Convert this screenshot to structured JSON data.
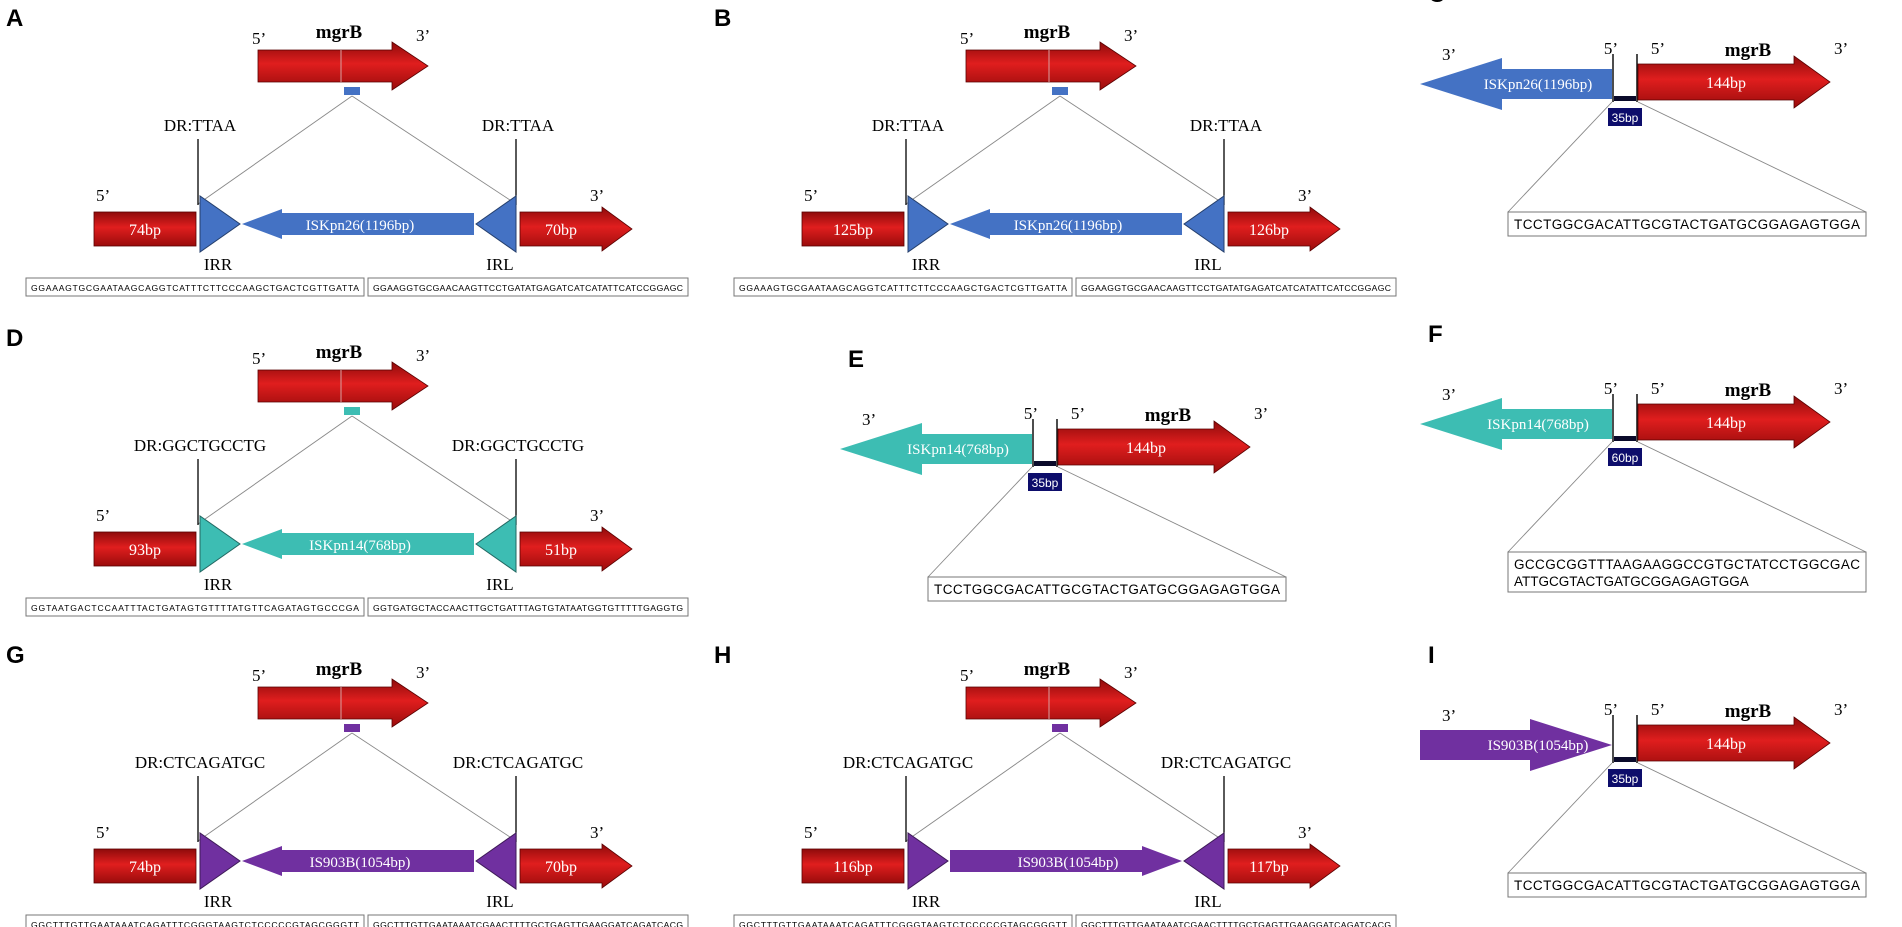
{
  "colors": {
    "mgrB_red": "#c81414",
    "iskpn26_blue": "#4472c4",
    "iskpn14_teal": "#3dbdb3",
    "is903b_purple": "#7030a0",
    "gap_box_navy": "#0d0d6b"
  },
  "common": {
    "gene": "mgrB",
    "five_prime": "5’",
    "three_prime": "3’",
    "irr": "IRR",
    "irl": "IRL"
  },
  "panels": [
    {
      "id": "A",
      "type": "insertion",
      "color": "#4472c4",
      "is_direction": "left",
      "is_label": "ISKpn26(1196bp)",
      "dr": "DR:TTAA",
      "left_flank": "74bp",
      "right_flank": "70bp",
      "seq_left": "GGAAAGTGCGAATAAGCAGGTCATTTCTTCCCAAGCTGACTCGTTGATTA",
      "seq_right": "GGAAGGTGCGAACAAGTTCCTGATATGAGATCATCATATTCATCCGGAGC"
    },
    {
      "id": "B",
      "type": "insertion",
      "color": "#4472c4",
      "is_direction": "left",
      "is_label": "ISKpn26(1196bp)",
      "dr": "DR:TTAA",
      "left_flank": "125bp",
      "right_flank": "126bp",
      "seq_left": "GGAAAGTGCGAATAAGCAGGTCATTTCTTCCCAAGCTGACTCGTTGATTA",
      "seq_right": "GGAAGGTGCGAACAAGTTCCTGATATGAGATCATCATATTCATCCGGAGC"
    },
    {
      "id": "C",
      "type": "upstream",
      "color": "#4472c4",
      "is_direction": "left",
      "is_label": "ISKpn26(1196bp)",
      "gap_label": "35bp",
      "gene_label": "144bp",
      "seq_lines": [
        "TCCTGGCGACATTGCGTACTGATGCGGAGAGTGGA"
      ]
    },
    {
      "id": "D",
      "type": "insertion",
      "color": "#3dbdb3",
      "is_direction": "left",
      "is_label": "ISKpn14(768bp)",
      "dr": "DR:GGCTGCCTG",
      "left_flank": "93bp",
      "right_flank": "51bp",
      "seq_left": "GGTAATGACTCCAATTTACTGATAGTGTTTTATGTTCAGATAGTGCCCGA",
      "seq_right": "GGTGATGCTACCAACTTGCTGATTTAGTGTATAATGGTGTTTTTGAGGTG"
    },
    {
      "id": "E",
      "type": "upstream",
      "color": "#3dbdb3",
      "is_direction": "left",
      "is_label": "ISKpn14(768bp)",
      "gap_label": "35bp",
      "gene_label": "144bp",
      "seq_lines": [
        "TCCTGGCGACATTGCGTACTGATGCGGAGAGTGGA"
      ]
    },
    {
      "id": "F",
      "type": "upstream",
      "color": "#3dbdb3",
      "is_direction": "left",
      "is_label": "ISKpn14(768bp)",
      "gap_label": "60bp",
      "gene_label": "144bp",
      "seq_lines": [
        "GCCGCGGTTTAAGAAGGCCGTGCTATCCTGGCGAC",
        "ATTGCGTACTGATGCGGAGAGTGGA"
      ]
    },
    {
      "id": "G",
      "type": "insertion",
      "color": "#7030a0",
      "is_direction": "left",
      "is_label": "IS903B(1054bp)",
      "dr": "DR:CTCAGATGC",
      "left_flank": "74bp",
      "right_flank": "70bp",
      "seq_left": "GGCTTTGTTGAATAAATCAGATTTCGGGTAAGTCTCCCCCGTAGCGGGTT",
      "seq_right": "GGCTTTGTTGAATAAATCGAACTTTTGCTGAGTTGAAGGATCAGATCACG"
    },
    {
      "id": "H",
      "type": "insertion",
      "color": "#7030a0",
      "is_direction": "right",
      "is_label": "IS903B(1054bp)",
      "dr": "DR:CTCAGATGC",
      "left_flank": "116bp",
      "right_flank": "117bp",
      "seq_left": "GGCTTTGTTGAATAAATCAGATTTCGGGTAAGTCTCCCCCGTAGCGGGTT",
      "seq_right": "GGCTTTGTTGAATAAATCGAACTTTTGCTGAGTTGAAGGATCAGATCACG"
    },
    {
      "id": "I",
      "type": "upstream",
      "color": "#7030a0",
      "is_direction": "right",
      "is_label": "IS903B(1054bp)",
      "gap_label": "35bp",
      "gene_label": "144bp",
      "seq_lines": [
        "TCCTGGCGACATTGCGTACTGATGCGGAGAGTGGA"
      ]
    }
  ]
}
